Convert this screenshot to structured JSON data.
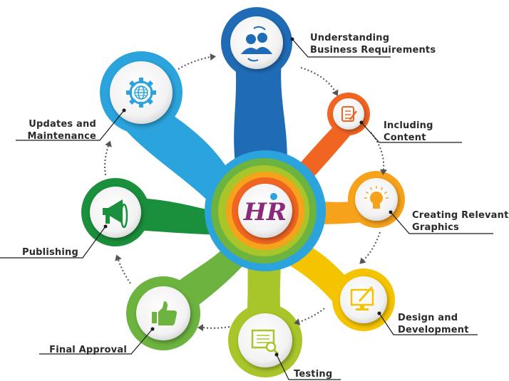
{
  "center": {
    "logo_text": "HR"
  },
  "steps": [
    {
      "id": "understanding",
      "lines": [
        "Understanding",
        "Business Requirements"
      ],
      "icon": "people-sync-icon",
      "color": "#1f6bb5"
    },
    {
      "id": "content",
      "lines": [
        "Including",
        "Content"
      ],
      "icon": "clipboard-pen-icon",
      "color": "#f16522"
    },
    {
      "id": "graphics",
      "lines": [
        "Creating Relevant",
        "Graphics"
      ],
      "icon": "lightbulb-icon",
      "color": "#f7a21b"
    },
    {
      "id": "design",
      "lines": [
        "Design and",
        "Development"
      ],
      "icon": "monitor-pen-icon",
      "color": "#f5c400"
    },
    {
      "id": "testing",
      "lines": [
        "Testing"
      ],
      "icon": "document-search-icon",
      "color": "#a8c629"
    },
    {
      "id": "approval",
      "lines": [
        "Final Approval"
      ],
      "icon": "thumbs-up-icon",
      "color": "#6cb33f"
    },
    {
      "id": "publishing",
      "lines": [
        "Publishing"
      ],
      "icon": "megaphone-icon",
      "color": "#1a8f3c"
    },
    {
      "id": "updates",
      "lines": [
        "Updates and",
        "Maintenance"
      ],
      "icon": "gear-globe-icon",
      "color": "#2ba3dc"
    }
  ]
}
